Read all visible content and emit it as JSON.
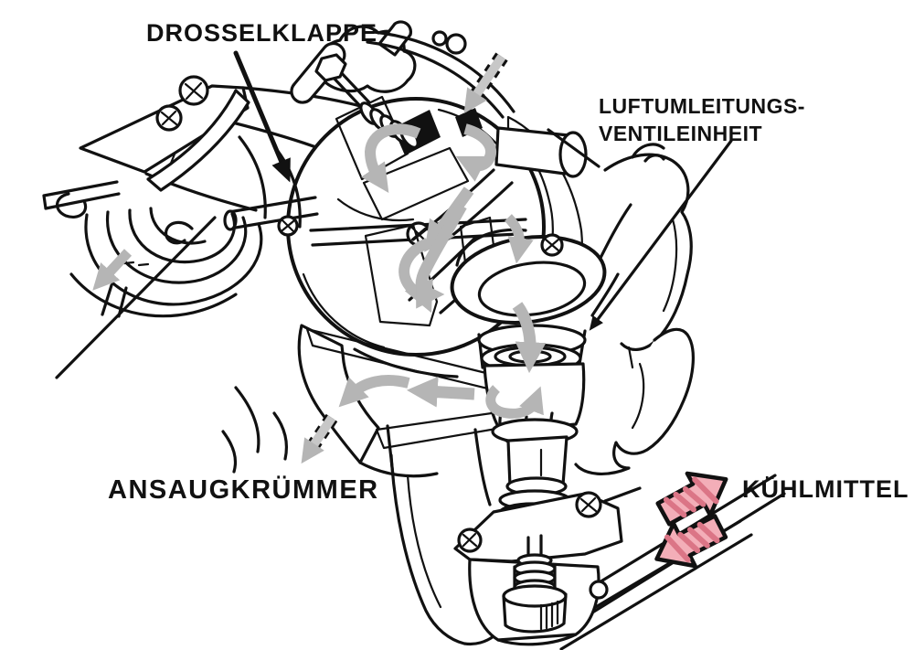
{
  "figure": {
    "labels": {
      "throttle_valve": "DROSSELKLAPPE",
      "air_bypass_valve_unit": [
        "LUFTUMLEITUNGS-",
        "VENTILEINHEIT"
      ],
      "intake_manifold": "ANSAUGKRÜMMER",
      "coolant": "KÜHLMITTEL"
    },
    "colors": {
      "ink": "#111111",
      "airflow_arrow": "#b5b5b5",
      "coolant_arrow_fill": "#f3aeb8",
      "coolant_arrow_stripe": "#db7586",
      "background": "#ffffff"
    },
    "arrows": {
      "airflow_arrow_color_meaning": "air flow",
      "coolant_out_arrow": "up-right",
      "coolant_in_arrow": "down-left"
    }
  }
}
